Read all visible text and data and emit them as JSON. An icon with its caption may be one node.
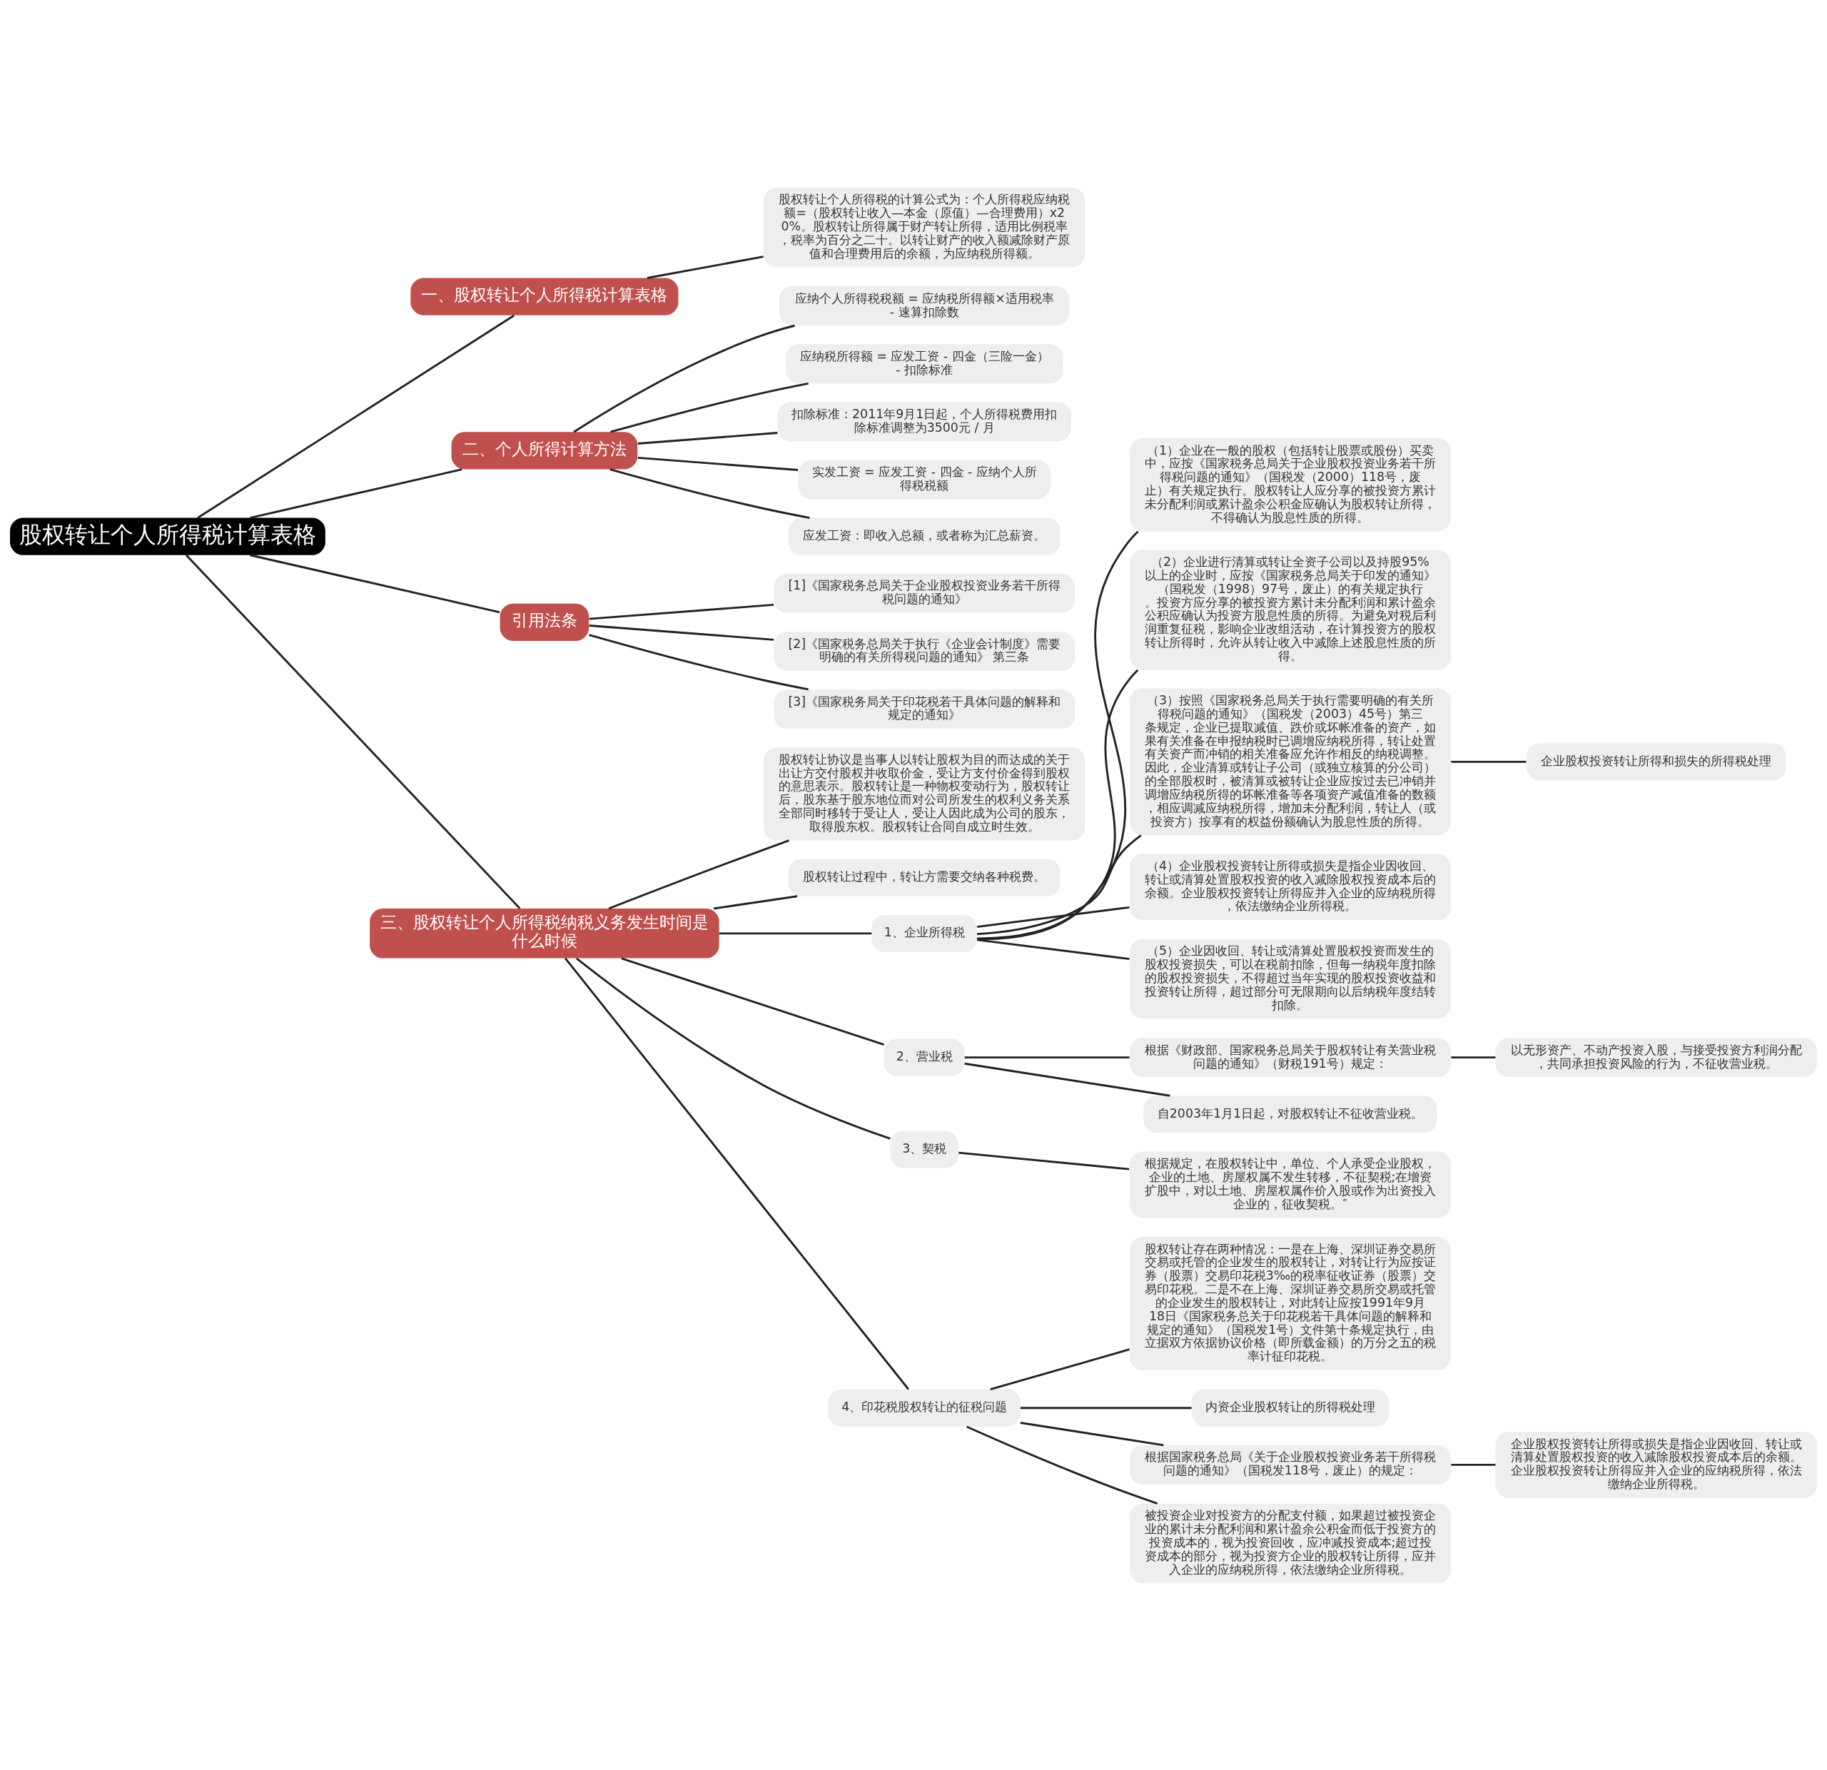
{
  "diagram": {
    "nodes": [
      {
        "text": [
          "股权转让个人所得税计算表格"
        ]
      },
      {
        "text": [
          "一、股权转让个人所得税计算表格"
        ]
      },
      {
        "text": [
          "股权转让个人所得税的计算公式为：个人所得税应纳税额=（股权转让收入—本金（原值）—合理费用）x20%。股权转让所得属于财产转让所得，适用比例税率，税率为百分之二十。以转让财产的收入额减除财产原值和合理费用后的余额，为应纳税所得额。"
        ]
      },
      {
        "text": [
          "二、个人所得计算方法"
        ]
      },
      {
        "text": [
          "应纳个人所得税税额 = 应纳税所得额×适用税率 - 速算扣除数"
        ]
      },
      {
        "text": [
          "应纳税所得额 = 应发工资 - 四金（三险一金） - 扣除标准"
        ]
      },
      {
        "text": [
          "扣除标准：2011年9月1日起，个人所得税费用扣除标准调整为3500元 / 月"
        ]
      },
      {
        "text": [
          "实发工资 = 应发工资 - 四金 - 应纳个人所得税税额"
        ]
      },
      {
        "text": [
          "应发工资：即收入总额，或者称为汇总薪资。"
        ]
      },
      {
        "text": [
          "引用法条"
        ]
      },
      {
        "text": [
          "[1]《国家税务总局关于企业股权投资业务若干所得税问题的通知》"
        ]
      },
      {
        "text": [
          "[2]《国家税务总局关于执行《企业会计制度》需要明确的有关所得税问题的通知》 第三条"
        ]
      },
      {
        "text": [
          "[3]《国家税务局关于印花税若干具体问题的解释和规定的通知》"
        ]
      },
      {
        "text": [
          "三、股权转让个人所得税纳税义务发生时间是什么时候"
        ]
      },
      {
        "text": [
          "股权转让协议是当事人以转让股权为目的而达成的关于出让方交付股权并收取价金，受让方支付价金得到股权的意思表示。股权转让是一种物权变动行为，股权转让后，股东基于股东地位而对公司所发生的权利义务关系全部同时移转于受让人，受让人因此成为公司的股东，取得股东权。股权转让合同自成立时生效。"
        ]
      },
      {
        "text": [
          "股权转让过程中，转让方需要交纳各种税费。"
        ]
      },
      {
        "text": [
          "1、企业所得税"
        ]
      },
      {
        "text": [
          "（1）企业在一般的股权（包括转让股票或股份）买卖中，应按《国家税务总局关于企业股权投资业务若干所得税问题的通知》（国税发（2000）118号，废止）有关规定执行。股权转让人应分享的被投资方累计未分配利润或累计盈余公积金应确认为股权转让所得，不得确认为股息性质的所得。"
        ]
      },
      {
        "text": [
          "（2）企业进行清算或转让全资子公司以及持股95%以上的企业时，应按《国家税务总局关于印发的通知》（国税发（1998）97号，废止）的有关规定执行。投资方应分享的被投资方累计未分配利润和累计盈余公积应确认为投资方股息性质的所得。为避免对税后利润重复征税，影响企业改组活动，在计算投资方的股权转让所得时，允许从转让收入中减除上述股息性质的所得。"
        ]
      },
      {
        "text": [
          "（3）按照《国家税务总局关于执行需要明确的有关所得税问题的通知》（国税发（2003）45号）第三条规定，企业已提取减值、跌价或坏帐准备的资产，如果有关准备在申报纳税时已调增应纳税所得，转让处置有关资产而冲销的相关准备应允许作相反的纳税调整。因此，企业清算或转让子公司（或独立核算的分公司）的全部股权时，被清算或被转让企业应按过去已冲销并调增应纳税所得的坏帐准备等各项资产减值准备的数额，相应调减应纳税所得，增加未分配利润，转让人（或投资方）按享有的权益份额确认为股息性质的所得。"
        ]
      },
      {
        "text": [
          "（4）企业股权投资转让所得或损失是指企业因收回、转让或清算处置股权投资的收入减除股权投资成本后的余额。企业股权投资转让所得应并入企业的应纳税所得，依法缴纳企业所得税。"
        ]
      },
      {
        "text": [
          "（5）企业因收回、转让或清算处置股权投资而发生的股权投资损失，可以在税前扣除，但每一纳税年度扣除的股权投资损失，不得超过当年实现的股权投资收益和投资转让所得，超过部分可无限期向以后纳税年度结转扣除。"
        ]
      },
      {
        "text": [
          "企业股权投资转让所得和损失的所得税处理"
        ]
      },
      {
        "text": [
          "2、营业税"
        ]
      },
      {
        "text": [
          "根据《财政部、国家税务总局关于股权转让有关营业税问题的通知》（财税191号）规定："
        ]
      },
      {
        "text": [
          "以无形资产、不动产投资入股，与接受投资方利润分配，共同承担投资风险的行为，不征收营业税。"
        ]
      },
      {
        "text": [
          "自2003年1月1日起，对股权转让不征收营业税。"
        ]
      },
      {
        "text": [
          "3、契税"
        ]
      },
      {
        "text": [
          "根据规定，在股权转让中，单位、个人承受企业股权，企业的土地、房屋权属不发生转移，不征契税;在增资扩股中，对以土地、房屋权属作价入股或作为出资投入企业的，征收契税。″"
        ]
      },
      {
        "text": [
          "4、印花税股权转让的征税问题"
        ]
      },
      {
        "text": [
          "股权转让存在两种情况：一是在上海、深圳证券交易所交易或托管的企业发生的股权转让，对转让行为应按证券（股票）交易印花税3‰的税率征收证券（股票）交易印花税。二是不在上海、深圳证券交易所交易或托管的企业发生的股权转让，对此转让应按1991年9月18日《国家税务总关于印花税若干具体问题的解释和规定的通知》（国税发1号）文件第十条规定执行，由立据双方依据协议价格（即所载金额）的万分之五的税率计征印花税。"
        ]
      },
      {
        "text": [
          "内资企业股权转让的所得税处理"
        ]
      },
      {
        "text": [
          "根据国家税务总局《关于企业股权投资业务若干所得税问题的通知》（国税发118号，废止）的规定："
        ]
      },
      {
        "text": [
          "企业股权投资转让所得或损失是指企业因收回、转让或清算处置股权投资的收入减除股权投资成本后的余额。企业股权投资转让所得应并入企业的应纳税所得，依法缴纳企业所得税。"
        ]
      },
      {
        "text": [
          "被投资企业对投资方的分配支付额，如果超过被投资企业的累计未分配利润和累计盈余公积金而低于投资方的投资成本的，视为投资回收，应冲减投资成本;超过投资成本的部分，视为投资方企业的股权转让所得，应并入企业的应纳税所得，依法缴纳企业所得税。"
        ]
      }
    ],
    "edges": [
      {
        "from": 0,
        "to": 1,
        "arrow": "none"
      },
      {
        "from": 1,
        "to": 2,
        "arrow": "none"
      },
      {
        "from": 0,
        "to": 3,
        "arrow": "none"
      },
      {
        "from": 3,
        "to": 4,
        "arrow": "none"
      },
      {
        "from": 3,
        "to": 5,
        "arrow": "none"
      },
      {
        "from": 3,
        "to": 6,
        "arrow": "none"
      },
      {
        "from": 3,
        "to": 7,
        "arrow": "none"
      },
      {
        "from": 3,
        "to": 8,
        "arrow": "none"
      },
      {
        "from": 0,
        "to": 9,
        "arrow": "none"
      },
      {
        "from": 9,
        "to": 10,
        "arrow": "none"
      },
      {
        "from": 9,
        "to": 11,
        "arrow": "none"
      },
      {
        "from": 9,
        "to": 12,
        "arrow": "none"
      },
      {
        "from": 0,
        "to": 13,
        "arrow": "none"
      },
      {
        "from": 13,
        "to": 14,
        "arrow": "none"
      },
      {
        "from": 13,
        "to": 15,
        "arrow": "none"
      },
      {
        "from": 13,
        "to": 16,
        "arrow": "none"
      },
      {
        "from": 16,
        "to": 17,
        "arrow": "none"
      },
      {
        "from": 16,
        "to": 18,
        "arrow": "none"
      },
      {
        "from": 16,
        "to": 19,
        "arrow": "none"
      },
      {
        "from": 16,
        "to": 20,
        "arrow": "none"
      },
      {
        "from": 16,
        "to": 21,
        "arrow": "none"
      },
      {
        "from": 19,
        "to": 22,
        "arrow": "none"
      },
      {
        "from": 13,
        "to": 23,
        "arrow": "none"
      },
      {
        "from": 23,
        "to": 24,
        "arrow": "none"
      },
      {
        "from": 24,
        "to": 25,
        "arrow": "none"
      },
      {
        "from": 23,
        "to": 26,
        "arrow": "none"
      },
      {
        "from": 13,
        "to": 27,
        "arrow": "none"
      },
      {
        "from": 27,
        "to": 28,
        "arrow": "none"
      },
      {
        "from": 13,
        "to": 29,
        "arrow": "none"
      },
      {
        "from": 29,
        "to": 30,
        "arrow": "none"
      },
      {
        "from": 29,
        "to": 31,
        "arrow": "none"
      },
      {
        "from": 29,
        "to": 32,
        "arrow": "none"
      },
      {
        "from": 32,
        "to": 33,
        "arrow": "none"
      },
      {
        "from": 29,
        "to": 34,
        "arrow": "none"
      }
    ]
  }
}
